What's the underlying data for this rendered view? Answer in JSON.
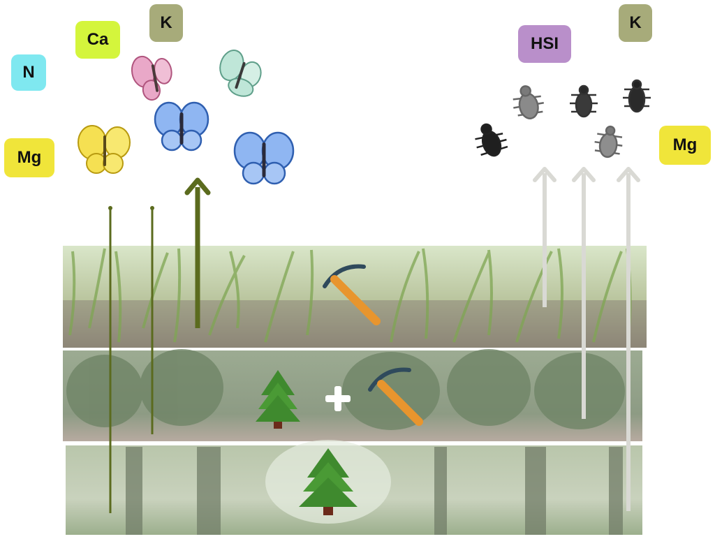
{
  "labels": {
    "n": "N",
    "ca": "Ca",
    "k_left": "K",
    "mg_left": "Mg",
    "hsi": "HSI",
    "k_right": "K",
    "mg_right": "Mg"
  },
  "colors": {
    "n": "#7fe8f0",
    "ca": "#d4f53c",
    "k": "#a7ab7a",
    "mg": "#f0e53a",
    "hsi": "#b98fca",
    "arrow_dark": "#5b6b1e",
    "arrow_light": "#d9d9d4",
    "tool_orange": "#e8952e"
  }
}
